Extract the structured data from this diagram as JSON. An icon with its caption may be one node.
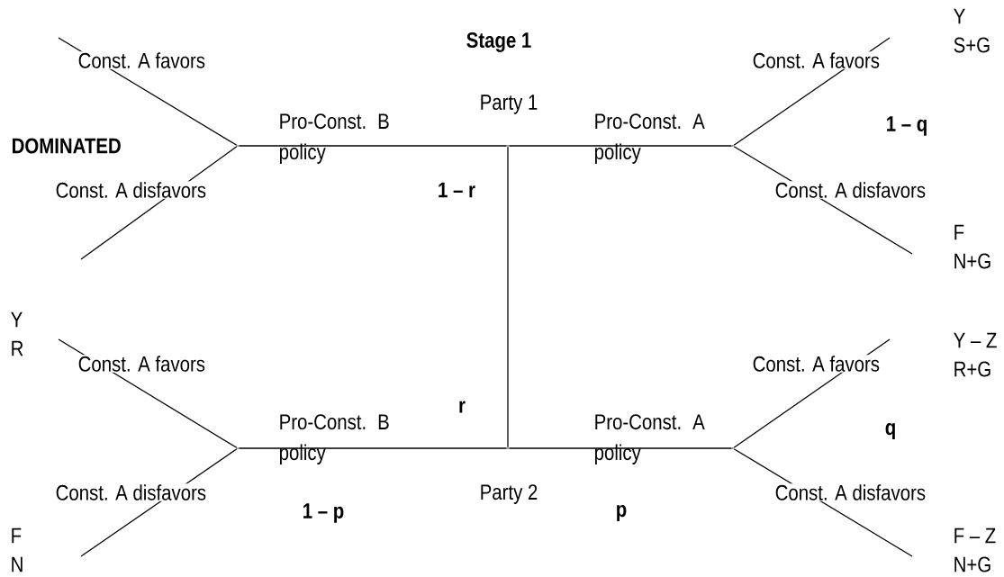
{
  "diagram": {
    "title": "Stage 1",
    "nodes": [
      {
        "text": [],
        "shape": "point",
        "beside": [
          "Party 1"
        ]
      },
      {
        "text": [],
        "shape": "point",
        "beside": [
          "Party 2"
        ]
      },
      {
        "text": [],
        "shape": "point"
      },
      {
        "text": [],
        "shape": "point"
      },
      {
        "text": [],
        "shape": "point"
      },
      {
        "text": [],
        "shape": "point"
      }
    ],
    "edges": [
      {
        "from": 0,
        "to": 1,
        "arrow": "none"
      },
      {
        "from": 0,
        "to": 2,
        "arrow": "none",
        "label": "Pro-Const. B policy"
      },
      {
        "from": 0,
        "to": 3,
        "arrow": "none",
        "label": "Pro-Const. A policy"
      },
      {
        "from": 1,
        "to": 4,
        "arrow": "none",
        "label": "Pro-Const. B policy"
      },
      {
        "from": 1,
        "to": 5,
        "arrow": "none",
        "label": "Pro-Const. A policy"
      },
      {
        "from": 2,
        "to": null,
        "arrow": "none",
        "label": "Const. A favors"
      },
      {
        "from": 2,
        "to": null,
        "arrow": "none",
        "label": "Const. A disfavors"
      },
      {
        "from": 3,
        "to": null,
        "arrow": "none",
        "label": "Const. A favors"
      },
      {
        "from": 3,
        "to": null,
        "arrow": "none",
        "label": "Const. A disfavors"
      },
      {
        "from": 4,
        "to": null,
        "arrow": "none",
        "label": "Const. A favors"
      },
      {
        "from": 4,
        "to": null,
        "arrow": "none",
        "label": "Const. A disfavors"
      },
      {
        "from": 5,
        "to": null,
        "arrow": "none",
        "label": "Const. A favors"
      },
      {
        "from": 5,
        "to": null,
        "arrow": "none",
        "label": "Const. A disfavors"
      }
    ],
    "labels": [
      "Y",
      "S+G",
      "1 – q",
      "DOMINATED",
      "1 – r",
      "F",
      "N+G",
      "Y",
      "R",
      "Y – Z",
      "R+G",
      "r",
      "q",
      "1 – p",
      "p",
      "F",
      "N",
      "F – Z",
      "N+G"
    ]
  }
}
